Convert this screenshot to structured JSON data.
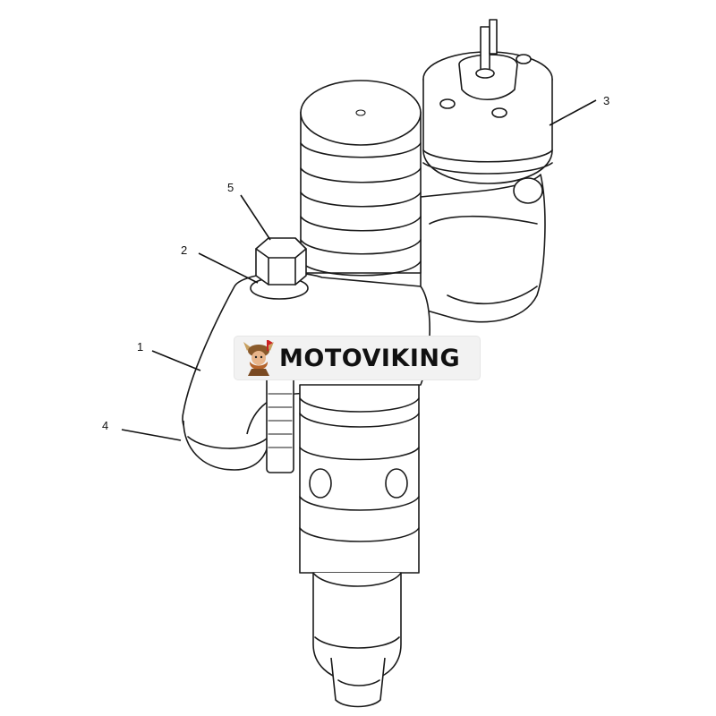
{
  "diagram": {
    "callouts": [
      {
        "id": "1",
        "label": "1"
      },
      {
        "id": "2",
        "label": "2"
      },
      {
        "id": "3",
        "label": "3"
      },
      {
        "id": "4",
        "label": "4"
      },
      {
        "id": "5",
        "label": "5"
      }
    ]
  },
  "watermark": {
    "text": "MOTOVIKING",
    "icon": "viking-mascot-icon"
  }
}
